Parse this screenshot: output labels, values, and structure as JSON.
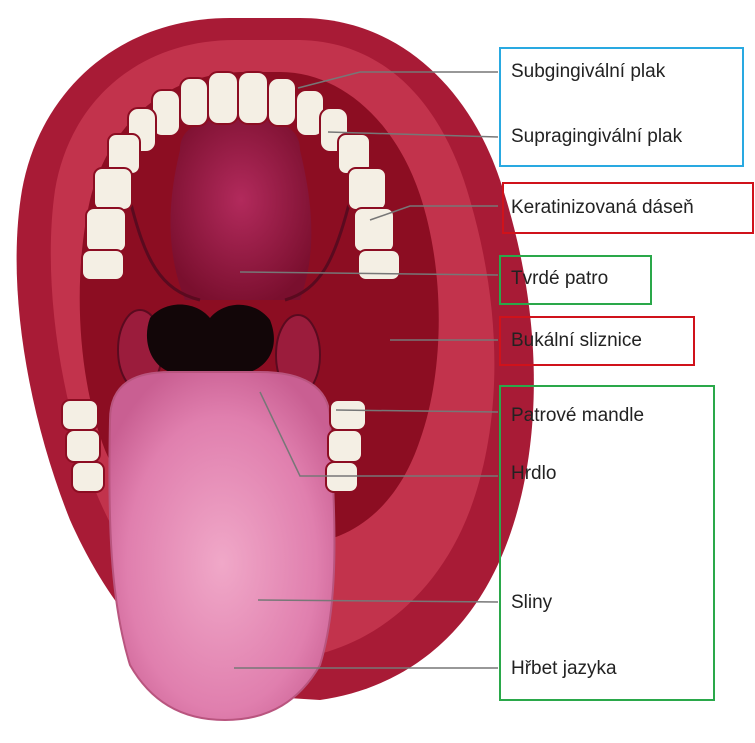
{
  "labels": {
    "subgingival": "Subgingivální plak",
    "supragingival": "Supragingivální plak",
    "keratinized": "Keratinizovaná dáseň",
    "hard_palate": "Tvrdé patro",
    "buccal": "Bukální sliznice",
    "tonsils": "Patrové mandle",
    "throat": "Hrdlo",
    "saliva": "Sliny",
    "tongue_dorsum": "Hřbet jazyka"
  },
  "group_colors": {
    "plaque": "#29a9e1",
    "mucosa": "#d0121b",
    "oral_structures": "#2aa84a"
  },
  "anatomy_colors": {
    "lips": "#a81b36",
    "lip_inner": "#c2334c",
    "gum": "#8c0d22",
    "palate": "#82133a",
    "tongue": "#e48ab4",
    "teeth": "#f4efe4",
    "throat": "#120608"
  }
}
